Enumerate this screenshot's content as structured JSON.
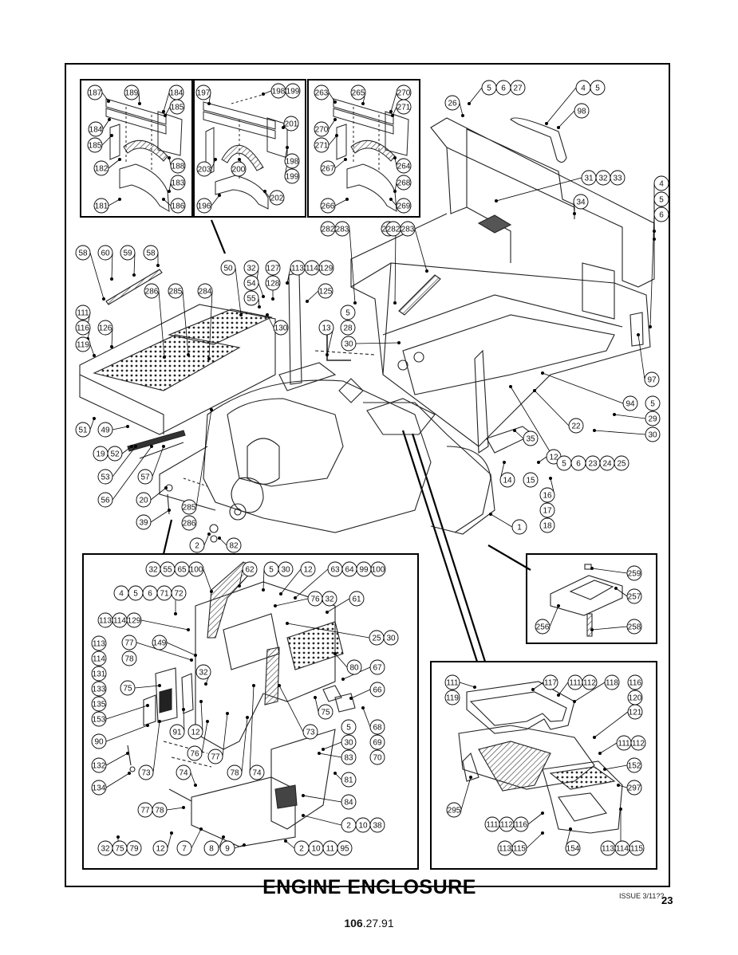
{
  "diagram": {
    "title": "ENGINE ENCLOSURE",
    "issue": "ISSUE 3/11??",
    "page_number": "23",
    "figure_prefix": "106",
    "figure_suffix": ".27.91"
  },
  "callouts": [
    {
      "id": "c1",
      "labels": [
        "187"
      ]
    },
    {
      "id": "c2",
      "labels": [
        "189"
      ]
    },
    {
      "id": "c3",
      "labels": [
        "184"
      ]
    },
    {
      "id": "c4",
      "labels": [
        "185"
      ]
    },
    {
      "id": "c5",
      "labels": [
        "184"
      ]
    },
    {
      "id": "c6",
      "labels": [
        "185"
      ]
    },
    {
      "id": "c7",
      "labels": [
        "182"
      ]
    },
    {
      "id": "c8",
      "labels": [
        "188"
      ]
    },
    {
      "id": "c9",
      "labels": [
        "183"
      ]
    },
    {
      "id": "c10",
      "labels": [
        "181"
      ]
    },
    {
      "id": "c11",
      "labels": [
        "186"
      ]
    },
    {
      "id": "c12",
      "labels": [
        "197"
      ]
    },
    {
      "id": "c13",
      "labels": [
        "198",
        "199"
      ]
    },
    {
      "id": "c14",
      "labels": [
        "201"
      ]
    },
    {
      "id": "c15",
      "labels": [
        "198"
      ]
    },
    {
      "id": "c16",
      "labels": [
        "199"
      ]
    },
    {
      "id": "c17",
      "labels": [
        "203"
      ]
    },
    {
      "id": "c18",
      "labels": [
        "200"
      ]
    },
    {
      "id": "c19",
      "labels": [
        "196"
      ]
    },
    {
      "id": "c20",
      "labels": [
        "202"
      ]
    },
    {
      "id": "c21",
      "labels": [
        "263"
      ]
    },
    {
      "id": "c22",
      "labels": [
        "265"
      ]
    },
    {
      "id": "c23",
      "labels": [
        "270"
      ]
    },
    {
      "id": "c24",
      "labels": [
        "271"
      ]
    },
    {
      "id": "c25",
      "labels": [
        "270"
      ]
    },
    {
      "id": "c26",
      "labels": [
        "271"
      ]
    },
    {
      "id": "c27",
      "labels": [
        "267"
      ]
    },
    {
      "id": "c28",
      "labels": [
        "264"
      ]
    },
    {
      "id": "c29",
      "labels": [
        "268"
      ]
    },
    {
      "id": "c30",
      "labels": [
        "266"
      ]
    },
    {
      "id": "c31",
      "labels": [
        "269"
      ]
    },
    {
      "id": "c32",
      "labels": [
        "5",
        "6",
        "27"
      ]
    },
    {
      "id": "c33",
      "labels": [
        "4",
        "5"
      ]
    },
    {
      "id": "c34",
      "labels": [
        "26"
      ]
    },
    {
      "id": "c35",
      "labels": [
        "98"
      ]
    },
    {
      "id": "c36",
      "labels": [
        "31",
        "32",
        "33"
      ]
    },
    {
      "id": "c37",
      "labels": [
        "34"
      ]
    },
    {
      "id": "c38",
      "labels": [
        "4"
      ]
    },
    {
      "id": "c39",
      "labels": [
        "5"
      ]
    },
    {
      "id": "c40",
      "labels": [
        "6"
      ]
    },
    {
      "id": "c41",
      "labels": [
        "282",
        "283"
      ]
    },
    {
      "id": "c42",
      "labels": [
        "281"
      ]
    },
    {
      "id": "c43",
      "labels": [
        "282",
        "283"
      ]
    },
    {
      "id": "c44",
      "labels": [
        "58"
      ]
    },
    {
      "id": "c45",
      "labels": [
        "60"
      ]
    },
    {
      "id": "c46",
      "labels": [
        "59"
      ]
    },
    {
      "id": "c47",
      "labels": [
        "58"
      ]
    },
    {
      "id": "c48",
      "labels": [
        "50"
      ]
    },
    {
      "id": "c49",
      "labels": [
        "32"
      ]
    },
    {
      "id": "c50",
      "labels": [
        "54"
      ]
    },
    {
      "id": "c51",
      "labels": [
        "55"
      ]
    },
    {
      "id": "c52",
      "labels": [
        "127"
      ]
    },
    {
      "id": "c53",
      "labels": [
        "128"
      ]
    },
    {
      "id": "c54",
      "labels": [
        "113",
        "114",
        "129"
      ]
    },
    {
      "id": "c55",
      "labels": [
        "125"
      ]
    },
    {
      "id": "c56",
      "labels": [
        "286"
      ]
    },
    {
      "id": "c57",
      "labels": [
        "285"
      ]
    },
    {
      "id": "c58",
      "labels": [
        "284"
      ]
    },
    {
      "id": "c59",
      "labels": [
        "130"
      ]
    },
    {
      "id": "c60",
      "labels": [
        "111"
      ]
    },
    {
      "id": "c61",
      "labels": [
        "116"
      ]
    },
    {
      "id": "c62",
      "labels": [
        "126"
      ]
    },
    {
      "id": "c63",
      "labels": [
        "119"
      ]
    },
    {
      "id": "c64",
      "labels": [
        "13"
      ]
    },
    {
      "id": "c65",
      "labels": [
        "5"
      ]
    },
    {
      "id": "c66",
      "labels": [
        "28"
      ]
    },
    {
      "id": "c67",
      "labels": [
        "30"
      ]
    },
    {
      "id": "c68",
      "labels": [
        "97"
      ]
    },
    {
      "id": "c69",
      "labels": [
        "94"
      ]
    },
    {
      "id": "c70",
      "labels": [
        "5"
      ]
    },
    {
      "id": "c71",
      "labels": [
        "29"
      ]
    },
    {
      "id": "c72",
      "labels": [
        "30"
      ]
    },
    {
      "id": "c73",
      "labels": [
        "22"
      ]
    },
    {
      "id": "c74",
      "labels": [
        "35"
      ]
    },
    {
      "id": "c75",
      "labels": [
        "12"
      ]
    },
    {
      "id": "c76",
      "labels": [
        "5",
        "6",
        "23",
        "24",
        "25"
      ]
    },
    {
      "id": "c77",
      "labels": [
        "51"
      ]
    },
    {
      "id": "c78",
      "labels": [
        "49"
      ]
    },
    {
      "id": "c79",
      "labels": [
        "19",
        "52"
      ]
    },
    {
      "id": "c80",
      "labels": [
        "53"
      ]
    },
    {
      "id": "c81",
      "labels": [
        "57"
      ]
    },
    {
      "id": "c82",
      "labels": [
        "56"
      ]
    },
    {
      "id": "c83",
      "labels": [
        "20"
      ]
    },
    {
      "id": "c84",
      "labels": [
        "39"
      ]
    },
    {
      "id": "c85",
      "labels": [
        "14"
      ]
    },
    {
      "id": "c86",
      "labels": [
        "15"
      ]
    },
    {
      "id": "c87",
      "labels": [
        "16"
      ]
    },
    {
      "id": "c88",
      "labels": [
        "17"
      ]
    },
    {
      "id": "c89",
      "labels": [
        "18"
      ]
    },
    {
      "id": "c90",
      "labels": [
        "1"
      ]
    },
    {
      "id": "c91",
      "labels": [
        "285"
      ]
    },
    {
      "id": "c92",
      "labels": [
        "286"
      ]
    },
    {
      "id": "c93",
      "labels": [
        "2"
      ]
    },
    {
      "id": "c94",
      "labels": [
        "82"
      ]
    },
    {
      "id": "c95",
      "labels": [
        "32",
        "55",
        "65",
        "100"
      ]
    },
    {
      "id": "c96",
      "labels": [
        "62"
      ]
    },
    {
      "id": "c97",
      "labels": [
        "5",
        "30"
      ]
    },
    {
      "id": "c98",
      "labels": [
        "12"
      ]
    },
    {
      "id": "c99",
      "labels": [
        "63",
        "64",
        "99",
        "100"
      ]
    },
    {
      "id": "c100",
      "labels": [
        "4",
        "5",
        "6",
        "71",
        "72"
      ]
    },
    {
      "id": "c101",
      "labels": [
        "76",
        "32"
      ]
    },
    {
      "id": "c102",
      "labels": [
        "61"
      ]
    },
    {
      "id": "c103",
      "labels": [
        "113",
        "114",
        "129"
      ]
    },
    {
      "id": "c104",
      "labels": [
        "25",
        "30"
      ]
    },
    {
      "id": "c105",
      "labels": [
        "113"
      ]
    },
    {
      "id": "c106",
      "labels": [
        "77"
      ]
    },
    {
      "id": "c107",
      "labels": [
        "149"
      ]
    },
    {
      "id": "c108",
      "labels": [
        "114"
      ]
    },
    {
      "id": "c109",
      "labels": [
        "78"
      ]
    },
    {
      "id": "c110",
      "labels": [
        "131"
      ]
    },
    {
      "id": "c111",
      "labels": [
        "32"
      ]
    },
    {
      "id": "c112",
      "labels": [
        "80"
      ]
    },
    {
      "id": "c113",
      "labels": [
        "67"
      ]
    },
    {
      "id": "c114",
      "labels": [
        "133"
      ]
    },
    {
      "id": "c115",
      "labels": [
        "75"
      ]
    },
    {
      "id": "c116",
      "labels": [
        "135"
      ]
    },
    {
      "id": "c117",
      "labels": [
        "66"
      ]
    },
    {
      "id": "c118",
      "labels": [
        "153"
      ]
    },
    {
      "id": "c119",
      "labels": [
        "75"
      ]
    },
    {
      "id": "c120",
      "labels": [
        "68"
      ]
    },
    {
      "id": "c121",
      "labels": [
        "90"
      ]
    },
    {
      "id": "c122",
      "labels": [
        "91"
      ]
    },
    {
      "id": "c123",
      "labels": [
        "12"
      ]
    },
    {
      "id": "c124",
      "labels": [
        "73"
      ]
    },
    {
      "id": "c125",
      "labels": [
        "5"
      ]
    },
    {
      "id": "c126",
      "labels": [
        "30"
      ]
    },
    {
      "id": "c127",
      "labels": [
        "69"
      ]
    },
    {
      "id": "c128",
      "labels": [
        "70"
      ]
    },
    {
      "id": "c129",
      "labels": [
        "132"
      ]
    },
    {
      "id": "c130",
      "labels": [
        "76"
      ]
    },
    {
      "id": "c131",
      "labels": [
        "77"
      ]
    },
    {
      "id": "c132",
      "labels": [
        "73"
      ]
    },
    {
      "id": "c133",
      "labels": [
        "78"
      ]
    },
    {
      "id": "c134",
      "labels": [
        "74"
      ]
    },
    {
      "id": "c135",
      "labels": [
        "83"
      ]
    },
    {
      "id": "c136",
      "labels": [
        "134"
      ]
    },
    {
      "id": "c137",
      "labels": [
        "74"
      ]
    },
    {
      "id": "c138",
      "labels": [
        "81"
      ]
    },
    {
      "id": "c139",
      "labels": [
        "84"
      ]
    },
    {
      "id": "c140",
      "labels": [
        "77",
        "78"
      ]
    },
    {
      "id": "c141",
      "labels": [
        "2",
        "10",
        "38"
      ]
    },
    {
      "id": "c142",
      "labels": [
        "32",
        "75",
        "79"
      ]
    },
    {
      "id": "c143",
      "labels": [
        "12"
      ]
    },
    {
      "id": "c144",
      "labels": [
        "7"
      ]
    },
    {
      "id": "c145",
      "labels": [
        "8"
      ]
    },
    {
      "id": "c146",
      "labels": [
        "9"
      ]
    },
    {
      "id": "c147",
      "labels": [
        "2",
        "10",
        "11",
        "95"
      ]
    },
    {
      "id": "c148",
      "labels": [
        "259"
      ]
    },
    {
      "id": "c149",
      "labels": [
        "257"
      ]
    },
    {
      "id": "c150",
      "labels": [
        "256"
      ]
    },
    {
      "id": "c151",
      "labels": [
        "258"
      ]
    },
    {
      "id": "c152",
      "labels": [
        "111"
      ]
    },
    {
      "id": "c153",
      "labels": [
        "119"
      ]
    },
    {
      "id": "c154",
      "labels": [
        "117"
      ]
    },
    {
      "id": "c155",
      "labels": [
        "111",
        "112"
      ]
    },
    {
      "id": "c156",
      "labels": [
        "118"
      ]
    },
    {
      "id": "c157",
      "labels": [
        "116"
      ]
    },
    {
      "id": "c158",
      "labels": [
        "120"
      ]
    },
    {
      "id": "c159",
      "labels": [
        "121"
      ]
    },
    {
      "id": "c160",
      "labels": [
        "111",
        "112"
      ]
    },
    {
      "id": "c161",
      "labels": [
        "152"
      ]
    },
    {
      "id": "c162",
      "labels": [
        "295"
      ]
    },
    {
      "id": "c163",
      "labels": [
        "297"
      ]
    },
    {
      "id": "c164",
      "labels": [
        "111",
        "112",
        "116"
      ]
    },
    {
      "id": "c165",
      "labels": [
        "113",
        "115"
      ]
    },
    {
      "id": "c166",
      "labels": [
        "154"
      ]
    },
    {
      "id": "c167",
      "labels": [
        "113",
        "114",
        "115"
      ]
    }
  ]
}
